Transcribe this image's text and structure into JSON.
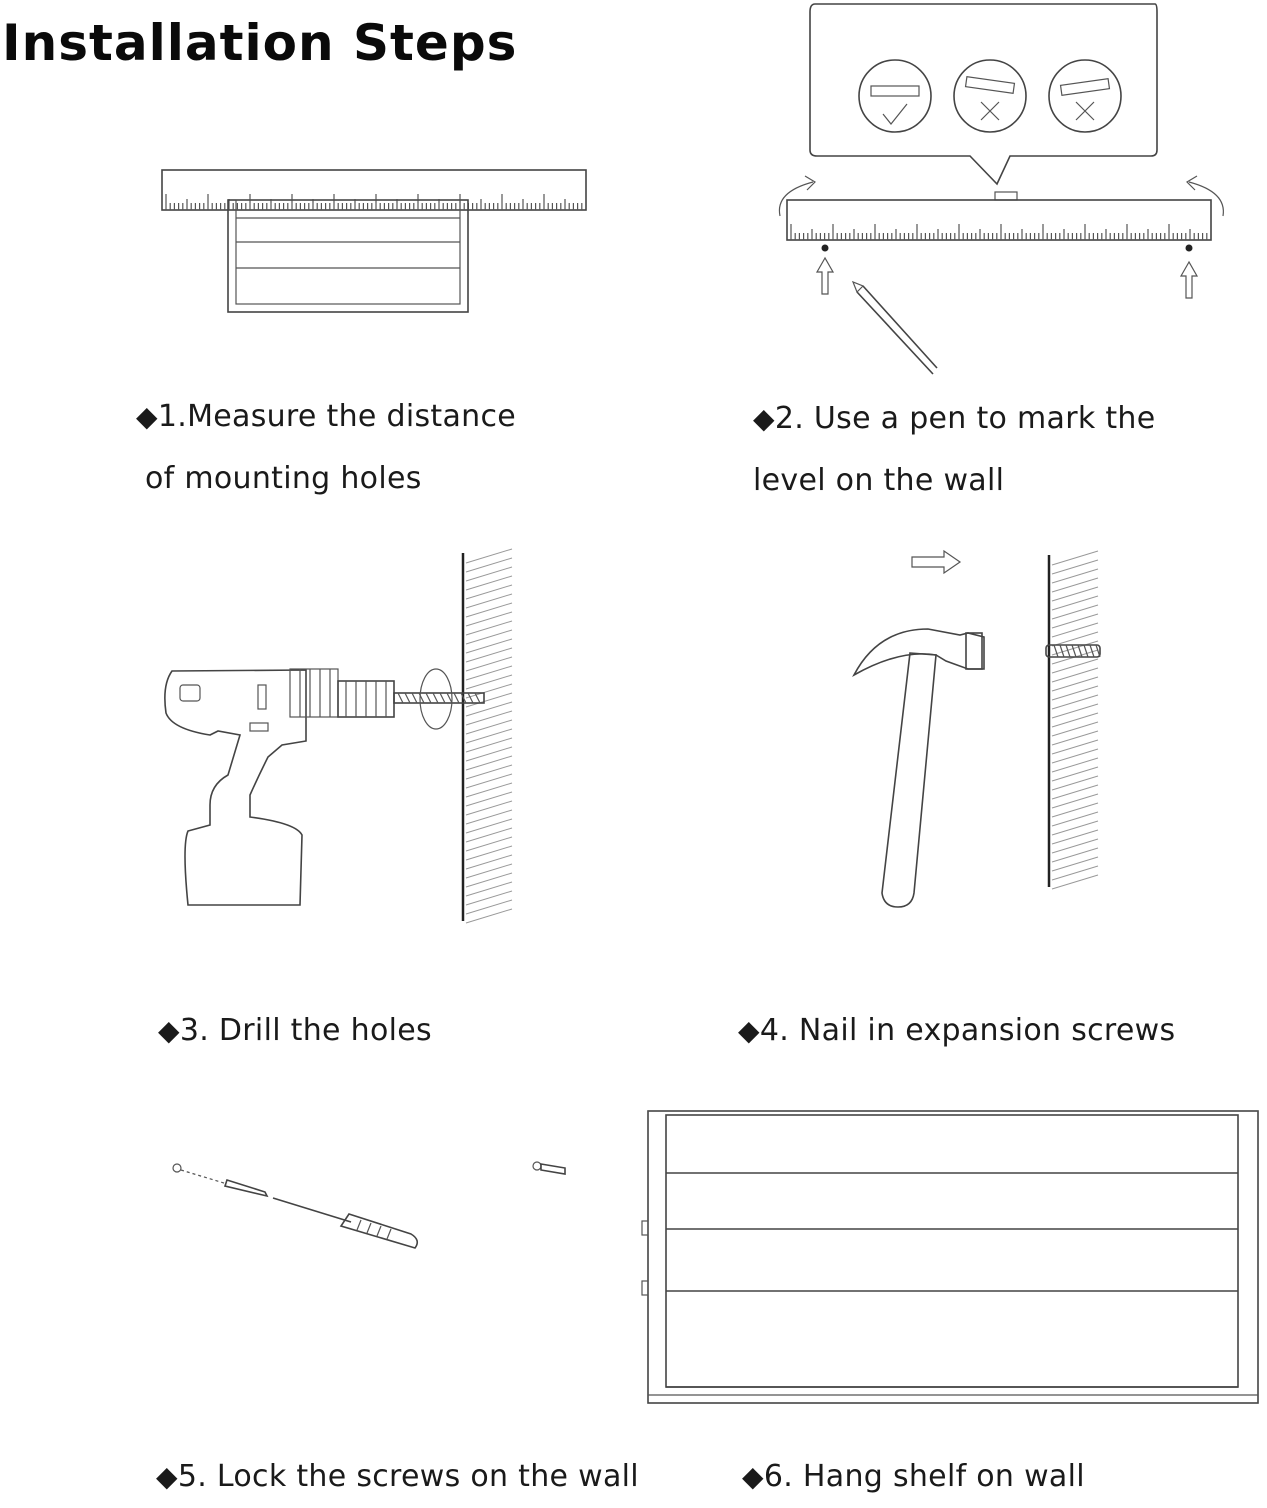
{
  "title": "Installation Steps",
  "bullet": "◆",
  "steps": [
    {
      "line1": "1.Measure the distance",
      "line2": "of mounting holes"
    },
    {
      "line1": "2. Use a pen to mark the",
      "line2": "level on the wall"
    },
    {
      "line1": "3. Drill the holes"
    },
    {
      "line1": "4. Nail in expansion screws"
    },
    {
      "line1": "5. Lock the screws on the wall"
    },
    {
      "line1": "6. Hang shelf on wall"
    }
  ]
}
